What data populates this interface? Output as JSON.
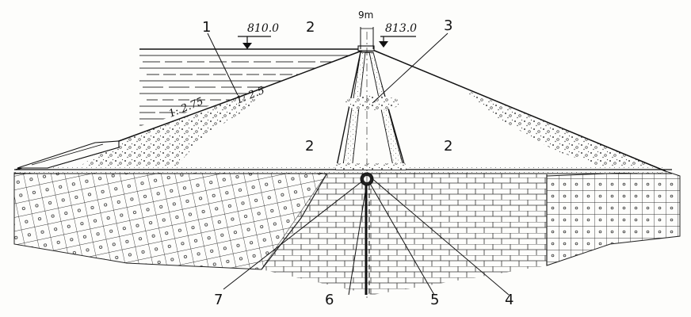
{
  "diagram": {
    "elevations": {
      "water_level": "810.0",
      "crest": "813.0"
    },
    "crest_width": "9m",
    "slopes": {
      "upstream_upper": "1: 2.5",
      "upstream_lower": "1: 2.75"
    },
    "callouts": {
      "n1": "1",
      "n2a": "2",
      "n2b": "2",
      "n2c": "2",
      "n3": "3",
      "n4": "4",
      "n5": "5",
      "n6": "6",
      "n7": "7"
    }
  }
}
